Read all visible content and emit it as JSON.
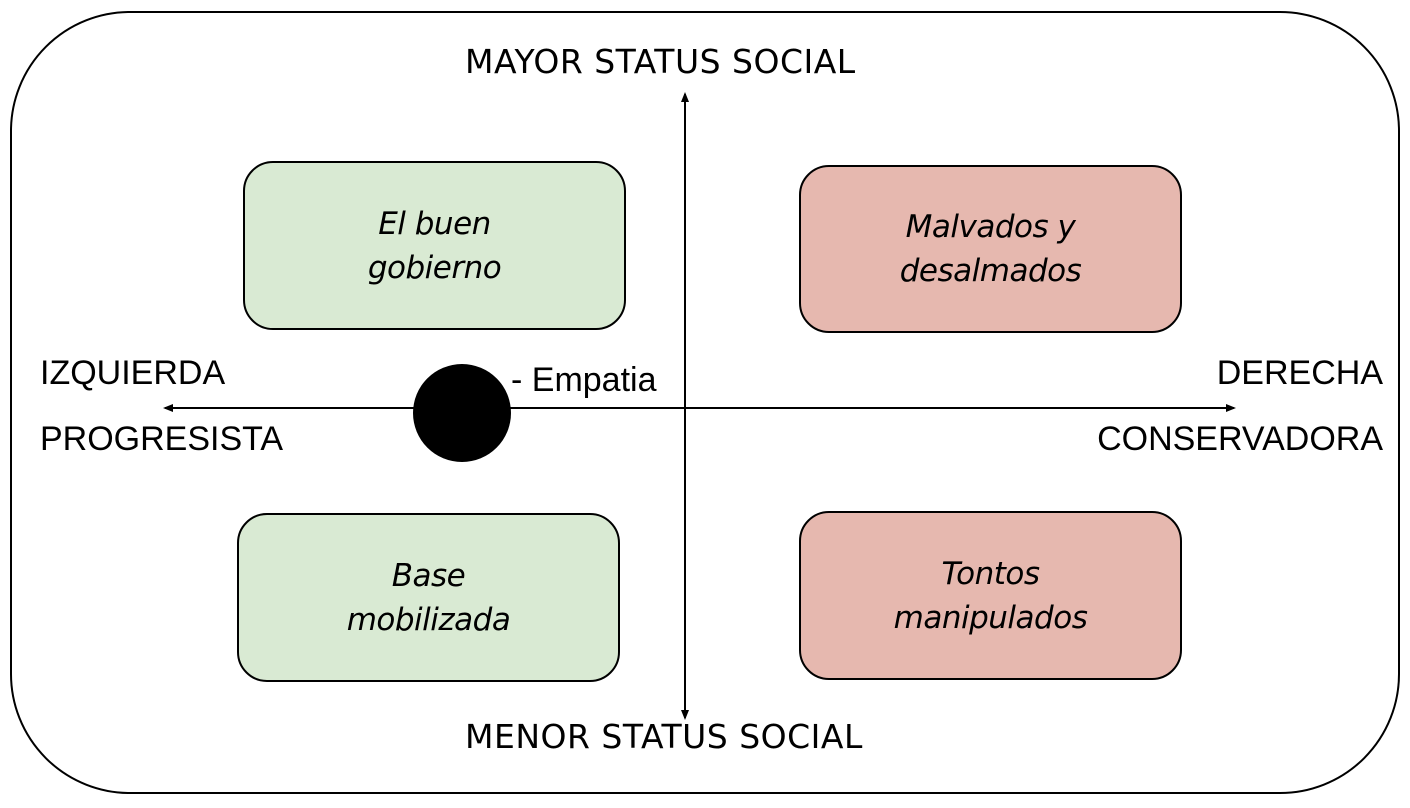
{
  "diagram": {
    "type": "quadrant",
    "axes": {
      "vertical": {
        "top_label": "MAYOR STATUS SOCIAL",
        "bottom_label": "MENOR STATUS SOCIAL"
      },
      "horizontal": {
        "left_label_line1": "IZQUIERDA",
        "left_label_line2": "PROGRESISTA",
        "right_label_line1": "DERECHA",
        "right_label_line2": "CONSERVADORA"
      }
    },
    "marker": {
      "label": "- Empatia",
      "color": "#000000"
    },
    "quadrants": [
      {
        "position": "top-left",
        "line1": "El buen",
        "line2": "gobierno",
        "color": "#d9ead3"
      },
      {
        "position": "top-right",
        "line1": "Malvados y",
        "line2": "desalmados",
        "color": "#e6b8af"
      },
      {
        "position": "bottom-left",
        "line1": "Base",
        "line2": "mobilizada",
        "color": "#d9ead3"
      },
      {
        "position": "bottom-right",
        "line1": "Tontos",
        "line2": "manipulados",
        "color": "#e6b8af"
      }
    ]
  }
}
